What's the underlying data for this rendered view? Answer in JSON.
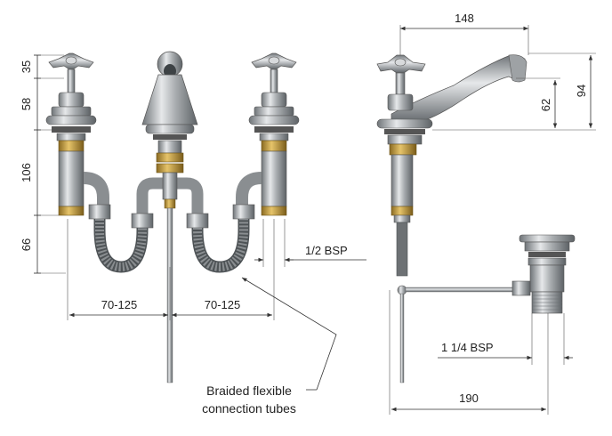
{
  "dimensions": {
    "front_top_handle": "35",
    "front_handle_body": "58",
    "front_body_lower": "106",
    "front_tail": "66",
    "spread_left": "70-125",
    "spread_right": "70-125",
    "thread_tap": "1/2 BSP",
    "side_reach": "148",
    "side_height_total": "94",
    "side_height_spout": "62",
    "waste_thread": "1 1/4 BSP",
    "side_depth": "190"
  },
  "annotations": {
    "braided_line1": "Braided flexible",
    "braided_line2": "connection tubes"
  },
  "colors": {
    "chrome_dark": "#6f7478",
    "chrome_mid": "#a9adb0",
    "chrome_light": "#e6e8ea",
    "brass": "#c49a3a",
    "hose": "#7d8184"
  }
}
